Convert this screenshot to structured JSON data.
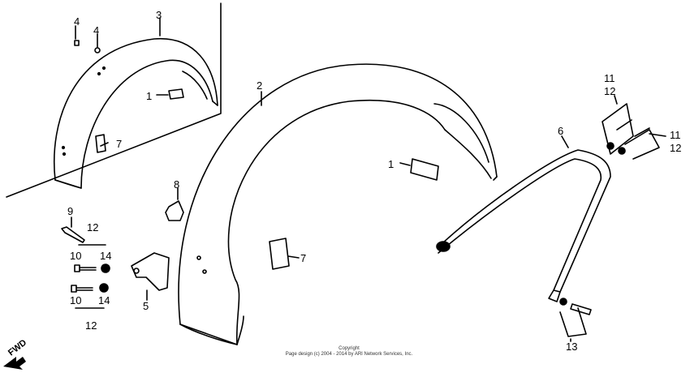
{
  "callouts": [
    "1",
    "1",
    "2",
    "3",
    "4",
    "4",
    "5",
    "6",
    "7",
    "7",
    "8",
    "9",
    "10",
    "10",
    "11",
    "11",
    "12",
    "12",
    "12",
    "12",
    "13",
    "14",
    "14"
  ],
  "copyright": {
    "line1": "Copyright",
    "line2": "Page design (c) 2004 - 2014 by ARI Network Services, Inc."
  },
  "fwd_label": "FWD"
}
